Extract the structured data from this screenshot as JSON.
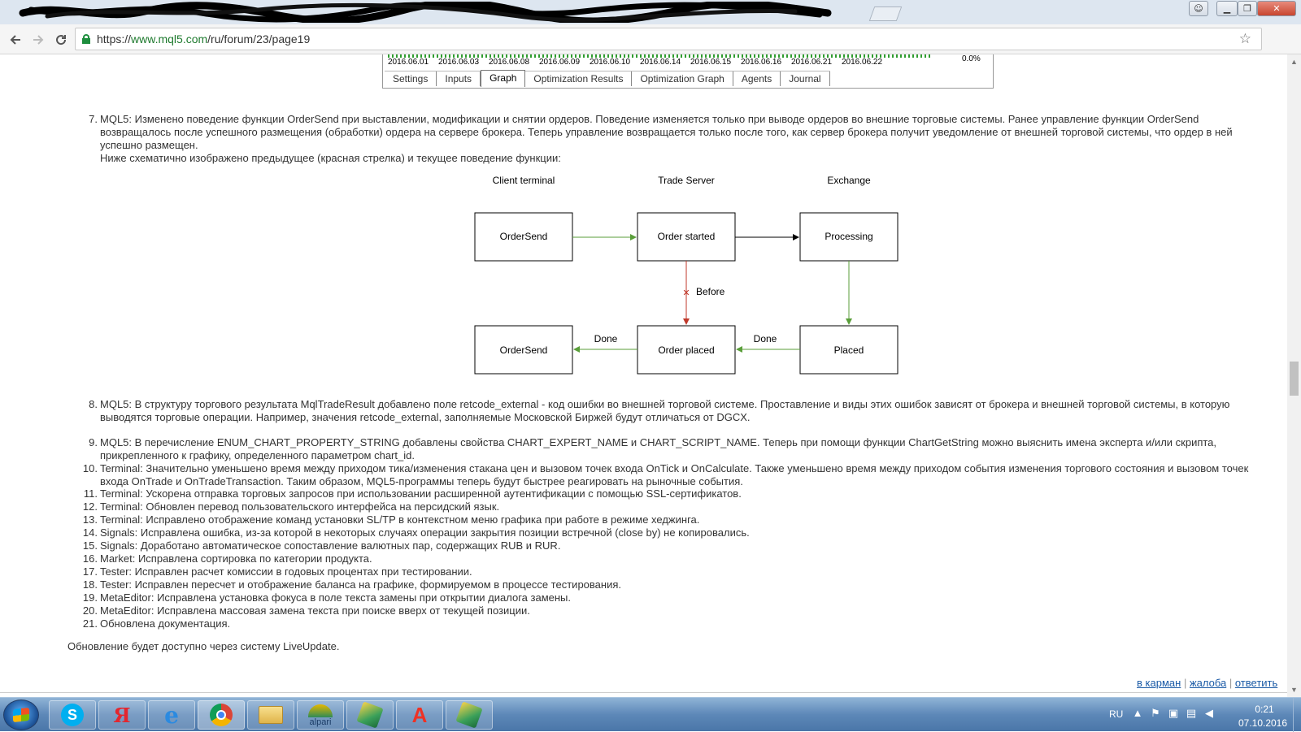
{
  "window": {
    "tab_scribble_note": "",
    "buttons": {
      "user": "☺",
      "minimize": "▁",
      "maximize": "❐",
      "close": "✕"
    }
  },
  "browser": {
    "url_scheme": "https://",
    "url_host": "www.mql5.com",
    "url_path": "/ru/forum/23/page19"
  },
  "tester": {
    "percent": "0.0%",
    "dates": [
      "2016.06.01",
      "2016.06.03",
      "2016.06.08",
      "2016.06.09",
      "2016.06.10",
      "2016.06.14",
      "2016.06.15",
      "2016.06.16",
      "2016.06.21",
      "2016.06.22"
    ],
    "tabs": [
      "Settings",
      "Inputs",
      "Graph",
      "Optimization Results",
      "Optimization Graph",
      "Agents",
      "Journal"
    ],
    "active_tab": "Graph"
  },
  "article": {
    "item7": {
      "num": "7.",
      "text": "MQL5: Изменено поведение функции OrderSend при выставлении, модификации и снятии ордеров. Поведение изменяется только при выводе ордеров во внешние торговые системы. Ранее управление функции OrderSend возвращалось после успешного размещения (обработки) ордера на сервере брокера. Теперь управление возвращается только после того, как сервер брокера получит уведомление от внешней торговой системы, что ордер в ней успешно размещен.",
      "caption": "Ниже схематично изображено предыдущее (красная стрелка) и текущее поведение функции:"
    },
    "items": [
      {
        "num": "8.",
        "text": "MQL5: В структуру торгового результата MqlTradeResult добавлено поле retcode_external - код ошибки во внешней торговой системе. Проставление и виды этих ошибок зависят от брокера и внешней торговой системы, в которую выводятся торговые операции. Например, значения retcode_external, заполняемые Московской Биржей будут отличаться от DGCX."
      },
      {
        "num": "9.",
        "text": "MQL5: В перечисление ENUM_CHART_PROPERTY_STRING добавлены свойства CHART_EXPERT_NAME и CHART_SCRIPT_NAME. Теперь при помощи функции ChartGetString можно выяснить имена эксперта и/или скрипта, прикрепленного к графику, определенного параметром chart_id."
      },
      {
        "num": "10.",
        "text": "Terminal: Значительно уменьшено время между приходом тика/изменения стакана цен и вызовом точек входа OnTick и OnCalculate. Также уменьшено время между приходом события изменения торгового состояния и вызовом точек входа OnTrade и OnTradeTransaction. Таким образом, MQL5-программы теперь будут быстрее реагировать на рыночные события."
      },
      {
        "num": "11.",
        "text": "Terminal: Ускорена отправка торговых запросов при использовании расширенной аутентификации с помощью SSL-сертификатов."
      },
      {
        "num": "12.",
        "text": "Terminal: Обновлен перевод пользовательского интерфейса на персидский язык."
      },
      {
        "num": "13.",
        "text": "Terminal: Исправлено отображение команд установки SL/TP в контекстном меню графика при работе в режиме хеджинга."
      },
      {
        "num": "14.",
        "text": "Signals: Исправлена ошибка, из-за которой в некоторых случаях операции закрытия позиции встречной (close by) не копировались."
      },
      {
        "num": "15.",
        "text": "Signals: Доработано автоматическое сопоставление валютных пар, содержащих RUB и RUR."
      },
      {
        "num": "16.",
        "text": "Market: Исправлена сортировка по категории продукта."
      },
      {
        "num": "17.",
        "text": "Tester: Исправлен расчет комиссии в годовых процентах при тестировании."
      },
      {
        "num": "18.",
        "text": "Tester: Исправлен пересчет и отображение баланса на графике, формируемом в процессе тестирования."
      },
      {
        "num": "19.",
        "text": "MetaEditor: Исправлена установка фокуса в поле текста замены при открытии диалога замены."
      },
      {
        "num": "20.",
        "text": "MetaEditor: Исправлена массовая замена текста при поиске вверх от текущей позиции."
      },
      {
        "num": "21.",
        "text": "Обновлена документация."
      }
    ],
    "footer_text": "Обновление будет доступно через систему LiveUpdate."
  },
  "diagram": {
    "col_client": "Client terminal",
    "col_server": "Trade Server",
    "col_exchange": "Exchange",
    "box_ordersend_top": "OrderSend",
    "box_order_started": "Order started",
    "box_processing": "Processing",
    "box_ordersend_bottom": "OrderSend",
    "box_order_placed": "Order placed",
    "box_placed": "Placed",
    "label_before": "Before",
    "label_done_left": "Done",
    "label_done_right": "Done",
    "color_green": "#5a9e3a",
    "color_red": "#c0392b"
  },
  "footer_links": {
    "pocket": "в карман",
    "complaint": "жалоба",
    "reply": "ответить",
    "sep": "|"
  },
  "taskbar": {
    "alpari_label": "alpari",
    "yandex_glyph": "Я",
    "alfa_glyph": "А",
    "skype_glyph": "S",
    "ie_glyph": "e",
    "lang": "RU",
    "time": "0:21",
    "date": "07.10.2016"
  }
}
